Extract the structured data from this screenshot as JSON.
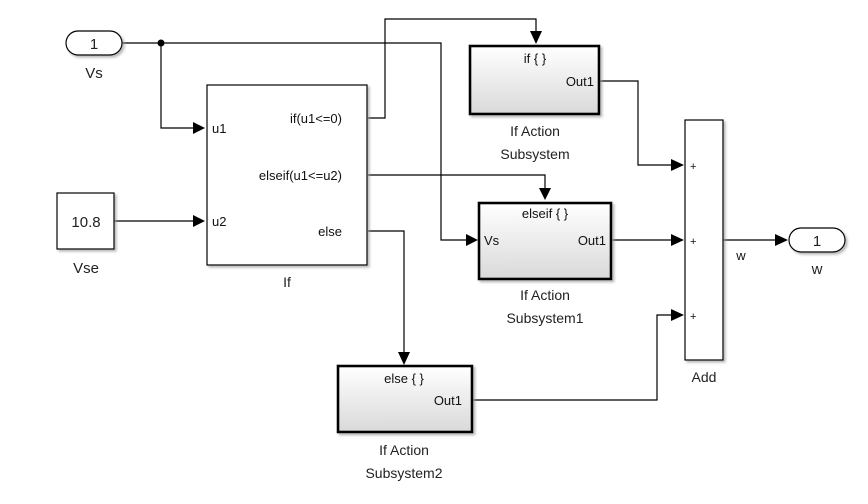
{
  "diagram": {
    "inport": {
      "number": "1",
      "name": "Vs"
    },
    "constant": {
      "value": "10.8",
      "name": "Vse"
    },
    "if_block": {
      "name": "If",
      "inputs": [
        "u1",
        "u2"
      ],
      "outputs": [
        "if(u1<=0)",
        "elseif(u1<=u2)",
        "else"
      ]
    },
    "subsystems": [
      {
        "name_line1": "If Action",
        "name_line2": "Subsystem",
        "action": "if { }",
        "input": "",
        "output": "Out1"
      },
      {
        "name_line1": "If Action",
        "name_line2": "Subsystem1",
        "action": "elseif { }",
        "input": "Vs",
        "output": "Out1"
      },
      {
        "name_line1": "If Action",
        "name_line2": "Subsystem2",
        "action": "else { }",
        "input": "",
        "output": "Out1"
      }
    ],
    "add": {
      "name": "Add",
      "signs": [
        "+",
        "+",
        "+"
      ]
    },
    "signal_label": "w",
    "outport": {
      "number": "1",
      "name": "w"
    }
  }
}
